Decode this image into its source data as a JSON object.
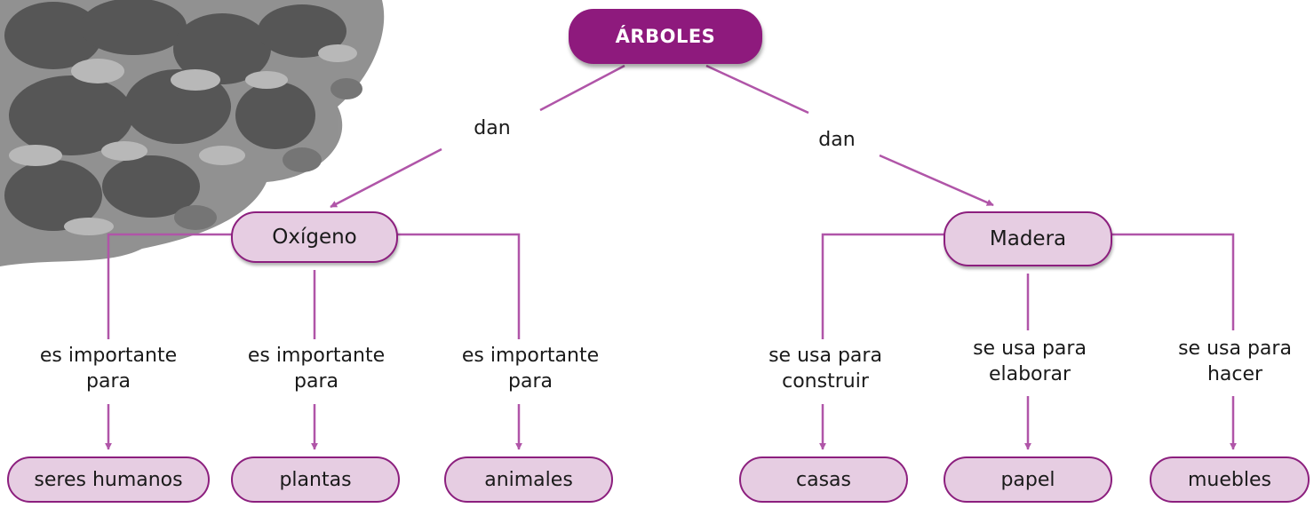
{
  "colors": {
    "accent": "#8e1a7d",
    "node_fill": "#e6cde2",
    "line": "#b055a8"
  },
  "root": {
    "label": "ÁRBOLES"
  },
  "left_link": "dan",
  "right_link": "dan",
  "left_concept": {
    "label": "Oxígeno"
  },
  "right_concept": {
    "label": "Madera"
  },
  "left_branches": [
    {
      "link_lines": [
        "es importante",
        "para"
      ],
      "target": "seres humanos"
    },
    {
      "link_lines": [
        "es importante",
        "para"
      ],
      "target": "plantas"
    },
    {
      "link_lines": [
        "es importante",
        "para"
      ],
      "target": "animales"
    }
  ],
  "right_branches": [
    {
      "link_lines": [
        "se usa para",
        "construir"
      ],
      "target": "casas"
    },
    {
      "link_lines": [
        "se usa para",
        "elaborar"
      ],
      "target": "papel"
    },
    {
      "link_lines": [
        "se usa para",
        "hacer"
      ],
      "target": "muebles"
    }
  ],
  "decoration": {
    "image": "tree-foliage-illustration"
  }
}
